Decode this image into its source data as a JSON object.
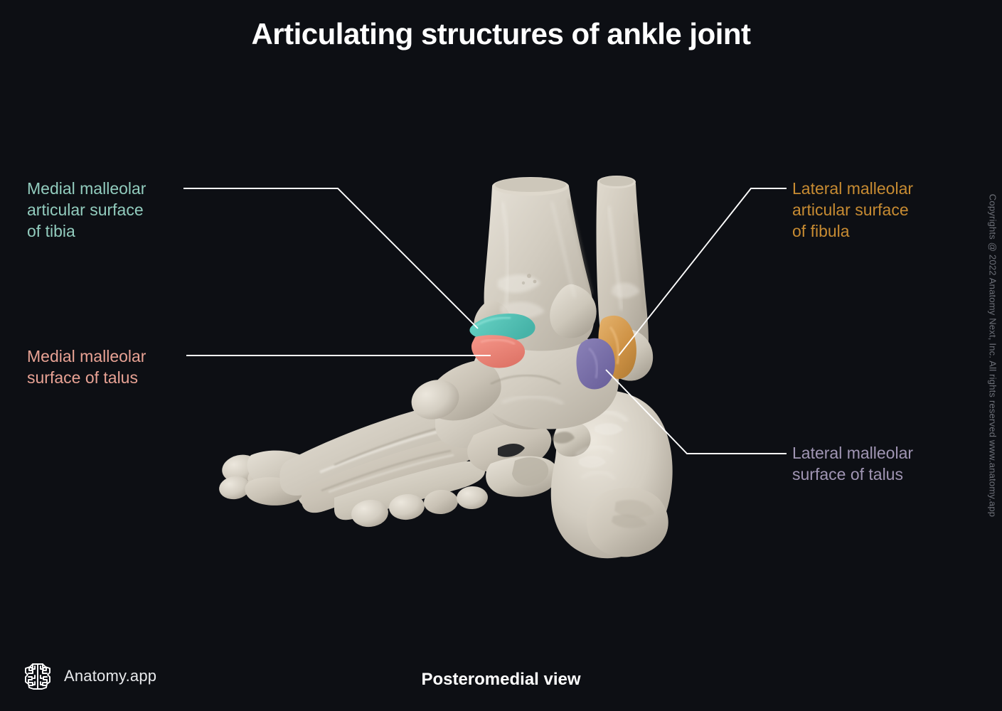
{
  "title": "Articulating structures of ankle joint",
  "view_caption": "Posteromedial view",
  "copyright": "Copyrights @ 2022 Anatomy Next, Inc. All rights reserved www.anatomy.app",
  "brand": {
    "name": "Anatomy.app",
    "logo_icon": "brain-icon"
  },
  "labels": [
    {
      "id": "medial-malleolar-articular-surface-of-tibia",
      "text": "Medial malleolar\narticular surface\nof tibia",
      "color": "#92ccbe",
      "side": "left"
    },
    {
      "id": "medial-malleolar-surface-of-talus",
      "text": "Medial malleolar\nsurface of talus",
      "color": "#e8a294",
      "side": "left"
    },
    {
      "id": "lateral-malleolar-articular-surface-of-fibula",
      "text": "Lateral malleolar\narticular surface\nof fibula",
      "color": "#c78b32",
      "side": "right"
    },
    {
      "id": "lateral-malleolar-surface-of-talus",
      "text": "Lateral malleolar\nsurface of talus",
      "color": "#a095b3",
      "side": "right"
    }
  ],
  "illustration": {
    "subject": "right foot and ankle skeleton",
    "background_color": "#0d0f14",
    "bone_color": "#cec8bd",
    "highlights": [
      {
        "region": "medial malleolar articular surface of tibia",
        "color": "#5ec9bd"
      },
      {
        "region": "medial malleolar surface of talus",
        "color": "#f08a7e"
      },
      {
        "region": "lateral malleolar articular surface of fibula",
        "color": "#d9a05a"
      },
      {
        "region": "lateral malleolar surface of talus",
        "color": "#7e74ab"
      }
    ],
    "bones": [
      "tibia",
      "fibula",
      "talus",
      "calcaneus",
      "navicular",
      "cuboid",
      "cuneiforms",
      "metatarsals",
      "phalanges"
    ]
  }
}
